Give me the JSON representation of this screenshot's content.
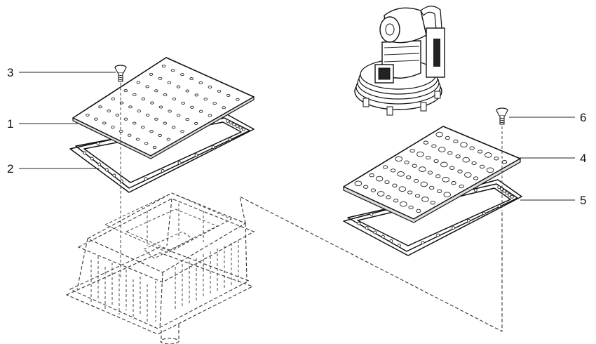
{
  "callouts": [
    {
      "id": "1",
      "text": "1"
    },
    {
      "id": "2",
      "text": "2"
    },
    {
      "id": "3",
      "text": "3"
    },
    {
      "id": "4",
      "text": "4"
    },
    {
      "id": "5",
      "text": "5"
    },
    {
      "id": "6",
      "text": "6"
    }
  ],
  "parts": {
    "top_plate_left": "perforated-plate",
    "gasket_left": "gasket",
    "screw_left": "screw",
    "top_plate_right": "perforated-plate",
    "gasket_right": "gasket",
    "screw_right": "screw",
    "blower": "vacuum-blower",
    "chamber": "chamber-frame-dashed"
  }
}
